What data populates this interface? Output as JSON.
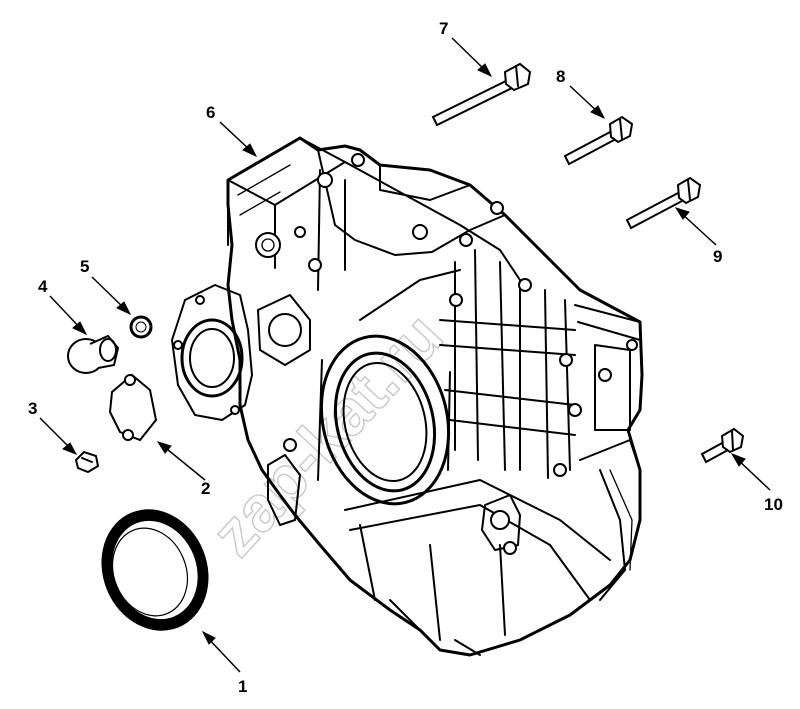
{
  "watermark": "zap-kat.ru",
  "callouts": [
    {
      "id": "1",
      "text": "1"
    },
    {
      "id": "2",
      "text": "2"
    },
    {
      "id": "3",
      "text": "3"
    },
    {
      "id": "4",
      "text": "4"
    },
    {
      "id": "5",
      "text": "5"
    },
    {
      "id": "6",
      "text": "6"
    },
    {
      "id": "7",
      "text": "7"
    },
    {
      "id": "8",
      "text": "8"
    },
    {
      "id": "9",
      "text": "9"
    },
    {
      "id": "10",
      "text": "10"
    }
  ]
}
